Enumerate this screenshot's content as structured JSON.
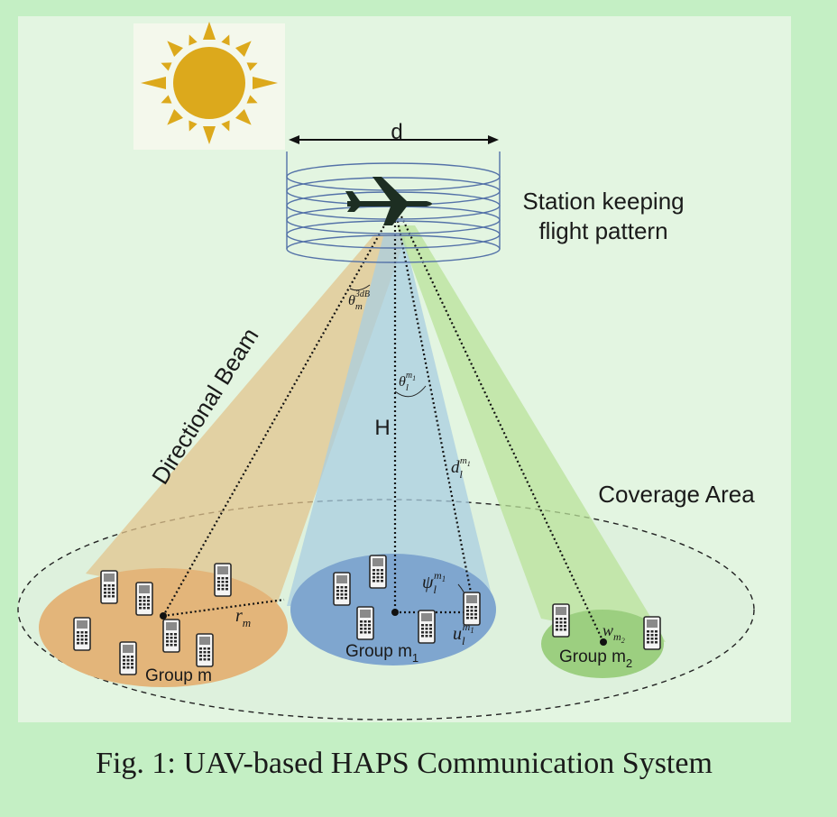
{
  "diagram": {
    "title_caption": "Fig. 1: UAV-based HAPS Communication System",
    "labels": {
      "diameter": "d",
      "flight_pattern_line1": "Station keeping",
      "flight_pattern_line2": "flight pattern",
      "beam": "Directional Beam",
      "height": "H",
      "coverage": "Coverage Area",
      "group_m": "Group m",
      "group_m1_base": "Group m",
      "group_m1_sub": "1",
      "group_m2_base": "Group m",
      "group_m2_sub": "2"
    },
    "math": {
      "theta_3db_base": "θ",
      "theta_3db_sub": "m",
      "theta_3db_sup": "3dB",
      "theta_l_base": "θ",
      "theta_l_sub": "l",
      "theta_l_sup": "m",
      "theta_l_supsub": "1",
      "d_l_base": "d",
      "d_l_sub": "l",
      "d_l_sup": "m",
      "d_l_supsub": "1",
      "psi_base": "ψ",
      "psi_sub": "l",
      "psi_sup": "m",
      "psi_supsub": "1",
      "u_base": "u",
      "u_sub": "l",
      "u_sup": "m",
      "u_supsub": "1",
      "r_base": "r",
      "r_sub": "m",
      "w_base": "w",
      "w_sub": "m",
      "w_subsub": "2"
    },
    "colors": {
      "page_bg": "#c4efc4",
      "panel_bg": "#e3f5e1",
      "beam_orange": "#e2c48e",
      "beam_blue": "#a9cde0",
      "beam_green": "#b9e29a",
      "group_m_fill": "#e3b57a",
      "group_m1_fill": "#7fa6cf",
      "group_m2_fill": "#9ccf80",
      "sun": "#dca91c",
      "ring": "#5472a8"
    },
    "icons": [
      "sun-icon",
      "airplane-icon",
      "phone-icon"
    ]
  }
}
